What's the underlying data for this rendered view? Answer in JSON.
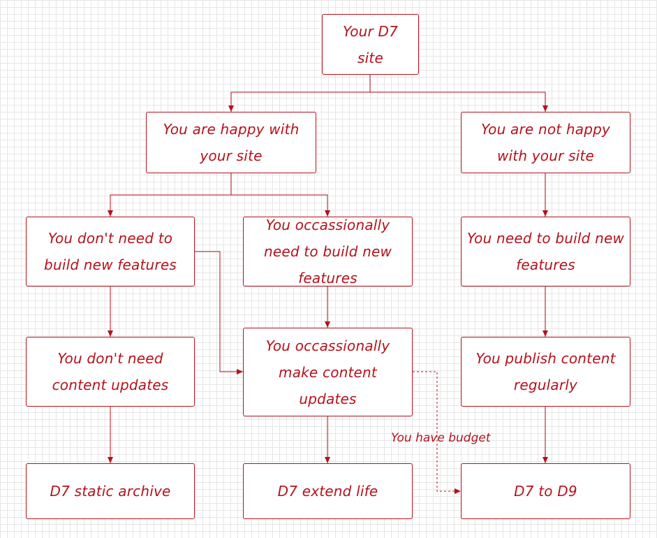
{
  "colors": {
    "stroke": "#b5121b",
    "text": "#b5121b",
    "grid": "#e6e6e6",
    "background": "#ffffff"
  },
  "nodes": {
    "root": "Your D7 site",
    "happy": "You are happy with your site",
    "not_happy": "You are not happy with your site",
    "no_features": "You don't need to build new features",
    "occ_features": "You occassionally need to build new features",
    "need_features": "You need to build new features",
    "no_updates": "You don't need content updates",
    "occ_updates": "You occassionally make content updates",
    "publish_regularly": "You publish content regularly",
    "static_archive": "D7 static archive",
    "extend_life": "D7 extend life",
    "d7_to_d9": "D7 to D9"
  },
  "edge_labels": {
    "budget": "You have budget"
  }
}
